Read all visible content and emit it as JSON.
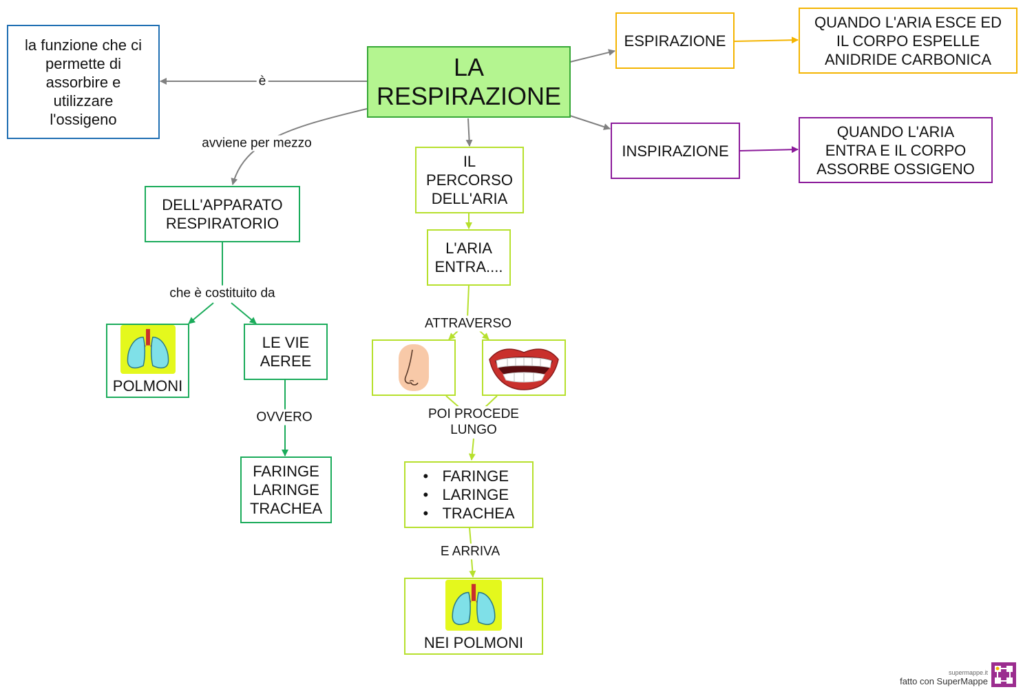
{
  "nodes": {
    "main": [
      "LA",
      "RESPIRAZIONE"
    ],
    "funzione": [
      "la funzione che ci",
      "permette di",
      "assorbire e",
      "utilizzare",
      "l'ossigeno"
    ],
    "apparato": [
      "DELL'APPARATO",
      "RESPIRATORIO"
    ],
    "polmoni": "POLMONI",
    "vie_aeree": [
      "LE VIE",
      "AEREE"
    ],
    "faringe_left": [
      "FARINGE",
      "LARINGE",
      "TRACHEA"
    ],
    "percorso": [
      "IL",
      "PERCORSO",
      "DELL'ARIA"
    ],
    "aria_entra": [
      "L'ARIA",
      "ENTRA...."
    ],
    "faringe_list": [
      "FARINGE",
      "LARINGE",
      "TRACHEA"
    ],
    "nei_polmoni": "NEI POLMONI",
    "espirazione": "ESPIRAZIONE",
    "espirazione_def": [
      "QUANDO L'ARIA ESCE ED",
      "IL CORPO ESPELLE",
      "ANIDRIDE CARBONICA"
    ],
    "inspirazione": "INSPIRAZIONE",
    "inspirazione_def": [
      "QUANDO L'ARIA",
      "ENTRA E IL CORPO",
      "ASSORBE OSSIGENO"
    ]
  },
  "labels": {
    "e": "è",
    "avviene": "avviene per mezzo",
    "costituito": "che è costituito da",
    "ovvero": "OVVERO",
    "attraverso": "ATTRAVERSO",
    "poi_procede": [
      "POI PROCEDE",
      "LUNGO"
    ],
    "e_arriva": "E ARRIVA"
  },
  "bullet": "•",
  "icons": [
    "lungs-icon",
    "nose-icon",
    "mouth-icon",
    "lungs-icon"
  ],
  "colors": {
    "main_fill": "#b4f590",
    "main_border": "#36a736",
    "blue": "#1f6fb3",
    "green": "#1aab5a",
    "lime": "#b6e02c",
    "orange": "#f4b400",
    "purple": "#8b1a9a",
    "grey": "#808080"
  },
  "footer": {
    "site": "supermappe.it",
    "credit": "fatto con SuperMappe"
  }
}
